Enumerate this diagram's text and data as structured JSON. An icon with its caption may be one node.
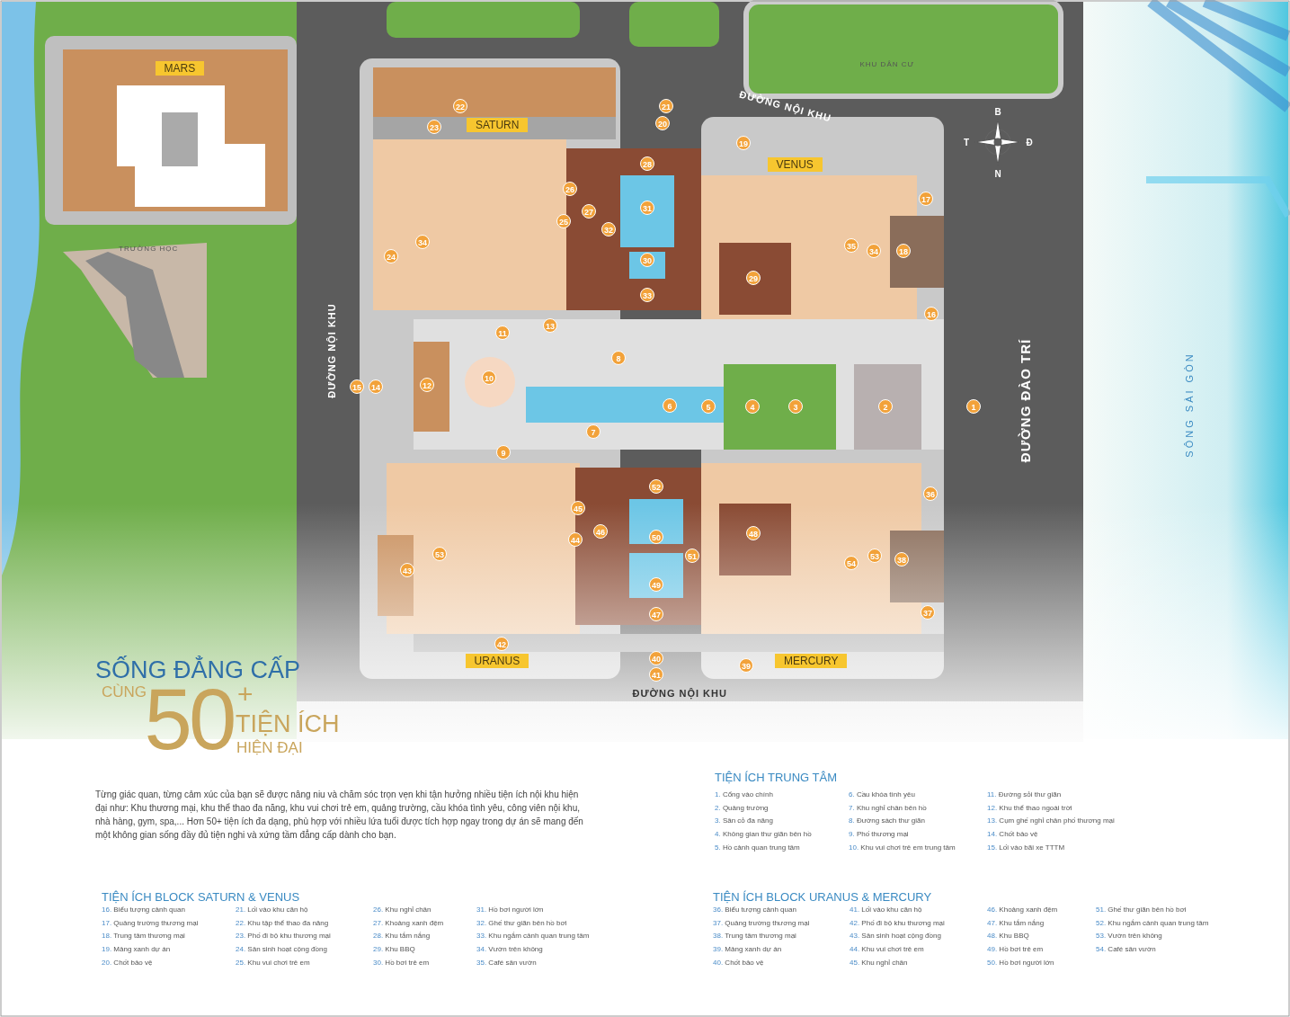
{
  "diagram": {
    "labels": [
      "MARS",
      "KHU DÂN CƯ",
      "ĐƯỜNG NỘI KHU",
      "B",
      "22",
      "21",
      "20",
      "23",
      "SATURN",
      "T",
      "Đ",
      "19",
      "N",
      "28",
      "VENUS",
      "26",
      "17",
      "31",
      "27",
      "25",
      "32",
      "34",
      "35",
      "TRƯỜNG HỌC",
      "34",
      "18",
      "24",
      "30",
      "29",
      "33",
      "16",
      "13",
      "11",
      "ĐƯỜNG NỘI KHU",
      "8",
      "SÔNG SÀI GÒN",
      "10",
      "12",
      "15",
      "14",
      "ĐƯỜNG ĐÀO TRÍ",
      "6",
      "5",
      "4",
      "3",
      "2",
      "1",
      "7",
      "9",
      "52",
      "36",
      "45",
      "46",
      "48",
      "50",
      "44",
      "53",
      "53",
      "51",
      "38",
      "54",
      "43",
      "49",
      "37",
      "47",
      "42",
      "40",
      "URANUS",
      "MERCURY",
      "39",
      "SỐNG ĐẲNG CẤP",
      "41",
      "ĐƯỜNG NỘI KHU",
      "CÙNG",
      "+",
      "50",
      "TIỆN ÍCH",
      "HIỆN ĐẠI",
      "Từng giác quan, từng cảm xúc của bạn sẽ được nâng niu và chăm sóc trọn vẹn khi tận hưởng nhiều tiện ích nội khu hiện đại như: Khu thương mại, khu thể thao đa năng, khu vui chơi trẻ em, quảng trường, cầu khóa tình yêu, công viên nội khu, nhà hàng, gym, spa,... Hơn 50+ tiện ích đa dạng, phù hợp với nhiều lứa tuổi được tích hợp ngay trong dự án sẽ mang đến một không gian sống đầy đủ tiện nghi và xứng tầm đẳng cấp dành cho bạn.",
      "TIỆN ÍCH TRUNG TÂM",
      "1. Cổng vào chính",
      "2. Quảng trường",
      "3. Sân cỏ đa năng",
      "4. Không gian thư giãn bên hồ",
      "5. Hồ cảnh quan trung tâm",
      "6. Cầu khóa tình yêu",
      "7. Khu nghỉ chân bên hồ",
      "8. Đường sách thư giãn",
      "9. Phố thương mại",
      "10. Khu vui chơi trẻ em trung tâm",
      "11. Đường sỏi thư giãn",
      "12. Khu thể thao ngoài trời",
      "13. Cụm ghế nghỉ chân phố thương mại",
      "14. Chốt bảo vệ",
      "15. Lối vào bãi xe TTTM",
      "TIỆN ÍCH BLOCK SATURN & VENUS",
      "16. Biểu tượng cảnh quan",
      "17. Quảng trường thương mại",
      "18. Trung tâm thương mại",
      "19. Mảng xanh dự án",
      "20. Chốt bảo vệ",
      "21. Lối vào khu căn hộ",
      "22. Khu tập thể thao đa năng",
      "23. Phố đi bộ khu thương mại",
      "24. Sân sinh hoạt cộng đồng",
      "25. Khu vui chơi trẻ em",
      "26. Khu nghỉ chân",
      "27. Khoảng xanh đệm",
      "28. Khu tắm nắng",
      "29. Khu BBQ",
      "30. Hồ bơi trẻ em",
      "31. Hồ bơi người lớn",
      "32. Ghế thư giãn bên hồ bơi",
      "33. Khu ngắm cảnh quan trung tâm",
      "34. Vườn trên không",
      "35. Café sân vườn",
      "TIỆN ÍCH BLOCK URANUS & MERCURY",
      "36. Biểu tượng cảnh quan",
      "37. Quảng trường thương mại",
      "38. Trung tâm thương mại",
      "39. Mảng xanh dự án",
      "40. Chốt bảo vệ",
      "41. Lối vào khu căn hộ",
      "42. Phố đi bộ khu thương mại",
      "43. Sân sinh hoạt cộng đồng",
      "44. Khu vui chơi trẻ em",
      "45. Khu nghỉ chân",
      "46. Khoảng xanh đệm",
      "47. Khu tắm nắng",
      "48. Khu BBQ",
      "49. Hồ bơi trẻ em",
      "50. Hồ bơi người lớn",
      "51. Ghế thư giãn bên hồ bơi",
      "52. Khu ngắm cảnh quan trung tâm",
      "53. Vườn trên không",
      "54. Café sân vườn"
    ]
  }
}
